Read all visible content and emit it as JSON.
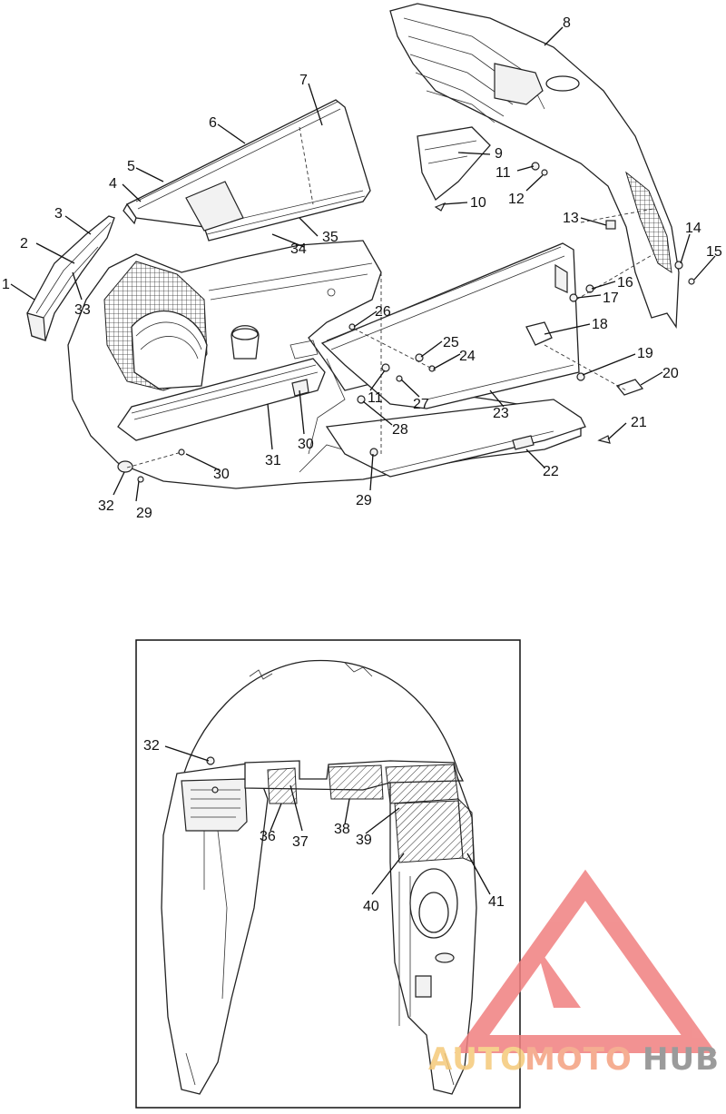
{
  "callouts_top": [
    {
      "id": "1",
      "text": "1"
    },
    {
      "id": "2",
      "text": "2"
    },
    {
      "id": "3",
      "text": "3"
    },
    {
      "id": "4",
      "text": "4"
    },
    {
      "id": "5",
      "text": "5"
    },
    {
      "id": "6",
      "text": "6"
    },
    {
      "id": "7",
      "text": "7"
    },
    {
      "id": "8",
      "text": "8"
    },
    {
      "id": "9",
      "text": "9"
    },
    {
      "id": "10",
      "text": "10"
    },
    {
      "id": "11a",
      "text": "11"
    },
    {
      "id": "12",
      "text": "12"
    },
    {
      "id": "13",
      "text": "13"
    },
    {
      "id": "14",
      "text": "14"
    },
    {
      "id": "15",
      "text": "15"
    },
    {
      "id": "16",
      "text": "16"
    },
    {
      "id": "17",
      "text": "17"
    },
    {
      "id": "18",
      "text": "18"
    },
    {
      "id": "19",
      "text": "19"
    },
    {
      "id": "20",
      "text": "20"
    },
    {
      "id": "21",
      "text": "21"
    },
    {
      "id": "22",
      "text": "22"
    },
    {
      "id": "23",
      "text": "23"
    },
    {
      "id": "24",
      "text": "24"
    },
    {
      "id": "25",
      "text": "25"
    },
    {
      "id": "26",
      "text": "26"
    },
    {
      "id": "27",
      "text": "27"
    },
    {
      "id": "28",
      "text": "28"
    },
    {
      "id": "29a",
      "text": "29"
    },
    {
      "id": "29b",
      "text": "29"
    },
    {
      "id": "30a",
      "text": "30"
    },
    {
      "id": "30b",
      "text": "30"
    },
    {
      "id": "31",
      "text": "31"
    },
    {
      "id": "32a",
      "text": "32"
    },
    {
      "id": "33",
      "text": "33"
    },
    {
      "id": "34",
      "text": "34"
    },
    {
      "id": "35",
      "text": "35"
    },
    {
      "id": "11b",
      "text": "11"
    }
  ],
  "callouts_bottom": [
    {
      "id": "32b",
      "text": "32"
    },
    {
      "id": "36",
      "text": "36"
    },
    {
      "id": "37",
      "text": "37"
    },
    {
      "id": "38",
      "text": "38"
    },
    {
      "id": "39",
      "text": "39"
    },
    {
      "id": "40",
      "text": "40"
    },
    {
      "id": "41",
      "text": "41"
    }
  ],
  "watermark": {
    "part1": "AUTO",
    "part2": "MOTO",
    "part3": "HUB",
    "color_logo": "#f08080",
    "color_auto": "#f5c97a",
    "color_moto": "#f4a080",
    "color_hub": "#8a8a8a"
  }
}
